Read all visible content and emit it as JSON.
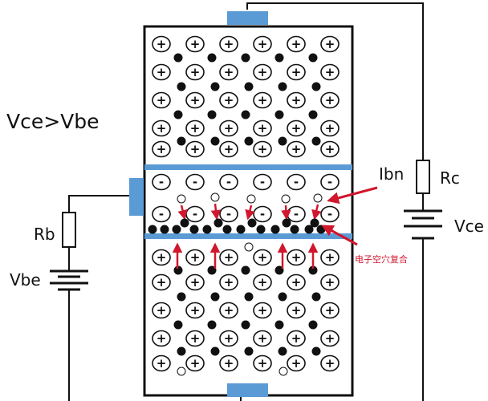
{
  "labels": {
    "title": "Vce>Vbe",
    "rb": "Rb",
    "vbe": "Vbe",
    "rc": "Rc",
    "vce": "Vce",
    "ibn": "Ibn",
    "recombination": "电子空穴复合"
  },
  "symbols": {
    "donor": "+",
    "acceptor": "-"
  },
  "colors": {
    "electrode": "#5b9bd5",
    "arrow": "#d1172d",
    "outline": "#111111",
    "wire": "#111111"
  }
}
